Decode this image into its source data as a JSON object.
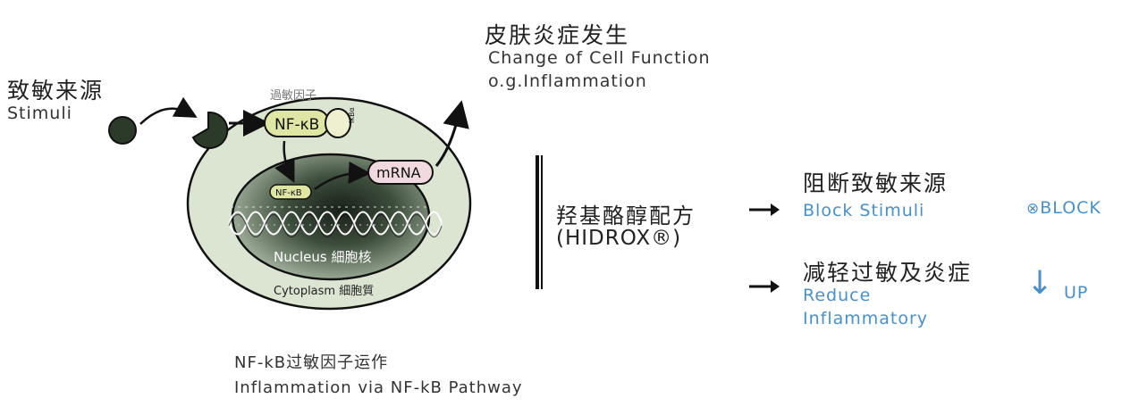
{
  "stimuli": {
    "zh": "致敏来源",
    "en": "Stimuli"
  },
  "outcome": {
    "zh": "皮肤炎症发生",
    "en_line1": "Change of Cell Function",
    "en_line2": "o.g.Inflammation"
  },
  "cell": {
    "allergen_label": "過敏因子",
    "nfkb_label": "NF-κB",
    "ikb_label": "IκBα",
    "nfkb_small_label": "NF-κB",
    "mrna_label": "mRNA",
    "nucleus_label": "Nucleus 細胞核",
    "cytoplasm_label": "Cytoplasm 細胞質"
  },
  "caption": {
    "line1": "NF-kB过敏因子运作",
    "line2": "Inflammation via NF-kB Pathway"
  },
  "formula": {
    "zh": "羟基酪醇配方",
    "en": "(HIDROX®)"
  },
  "effects": [
    {
      "zh": "阻断致敏来源",
      "en_line1": "Block Stimuli",
      "en_line2": "",
      "badge_icon": "⊗",
      "badge": "BLOCK"
    },
    {
      "zh": "减轻过敏及炎症",
      "en_line1": "Reduce",
      "en_line2": "Inflammatory",
      "badge_icon": "↓",
      "badge": "UP"
    }
  ],
  "colors": {
    "accent_blue": "#4a90c8",
    "cell_fill": "#dbe5d2",
    "nucleus_dark": "#1f2a20",
    "nfkb_fill": "#dfe6a3",
    "mrna_fill": "#f0d9df"
  }
}
